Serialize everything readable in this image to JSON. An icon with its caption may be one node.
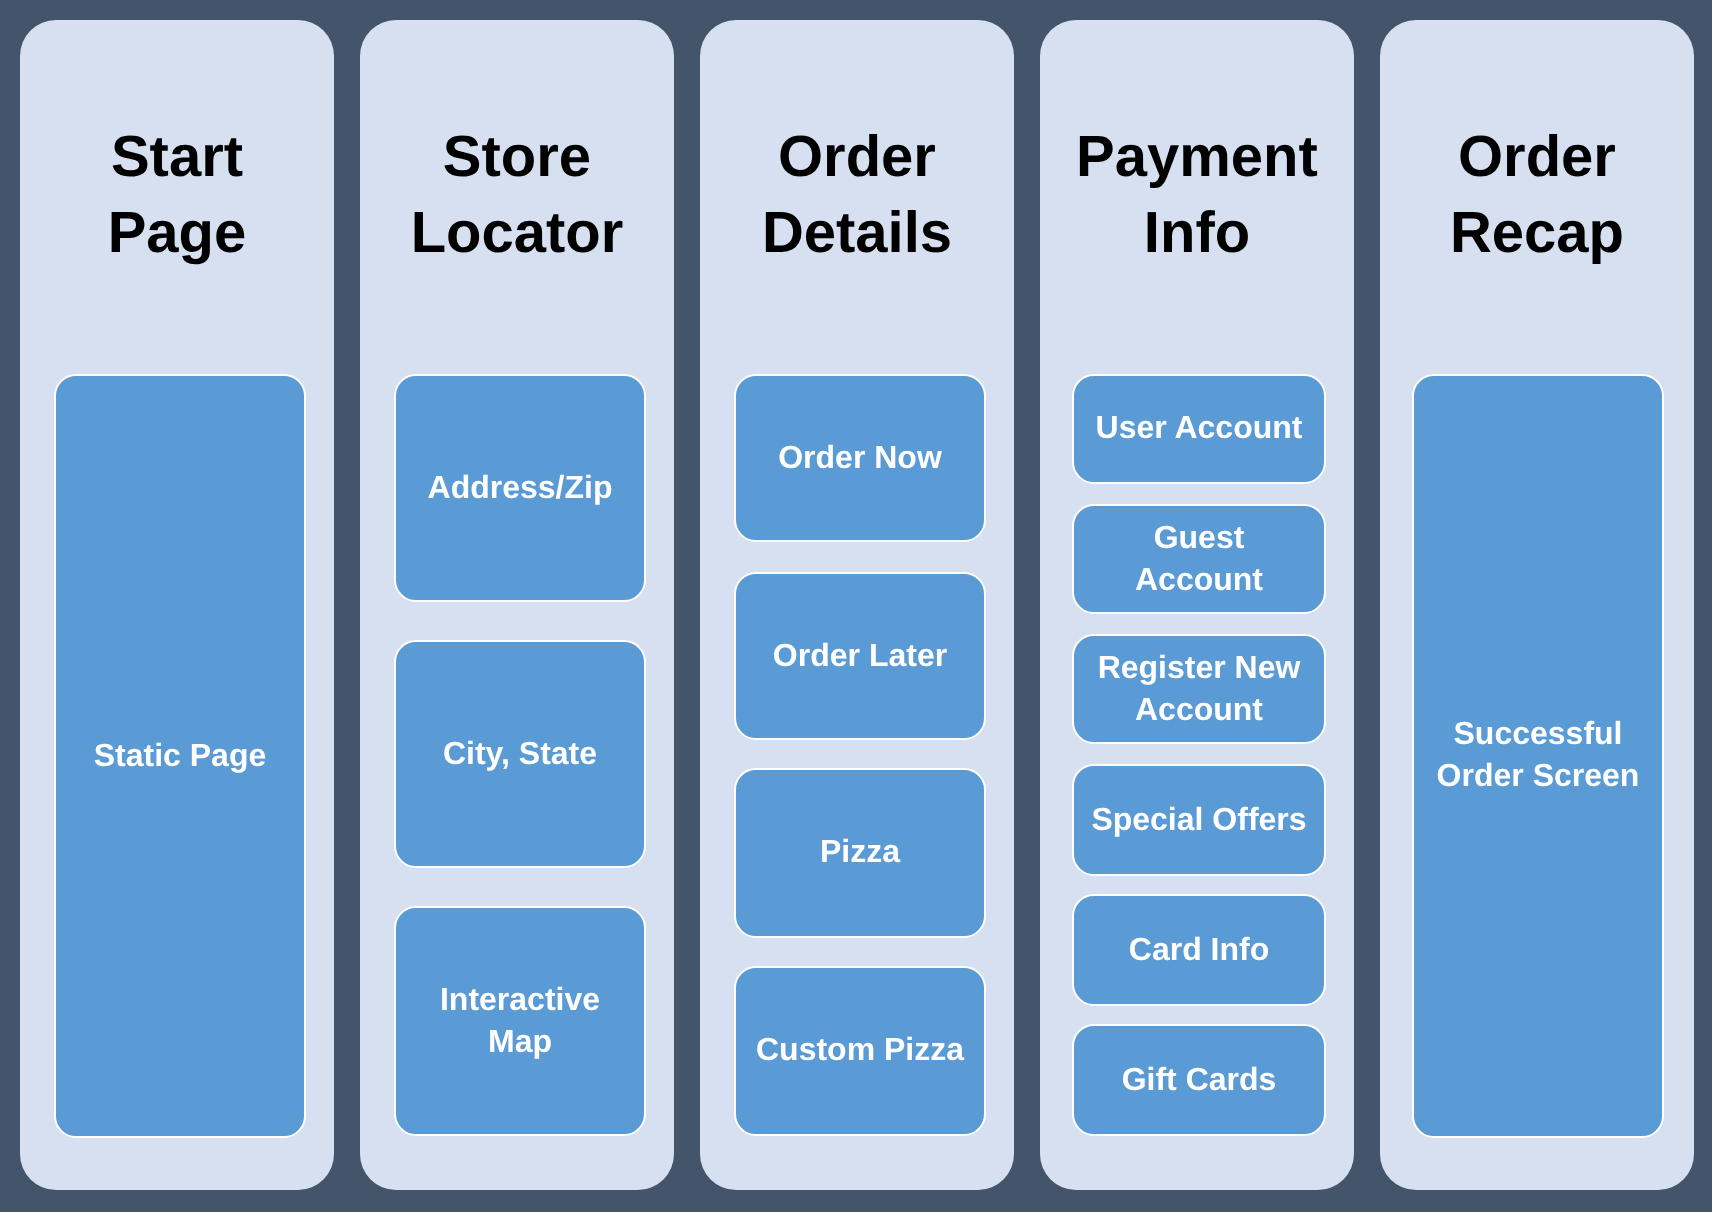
{
  "diagram": {
    "nodes": [
      {
        "text": [
          "Start Page"
        ]
      },
      {
        "text": [
          "Static Page"
        ],
        "in": 0
      },
      {
        "text": [
          "Store Locator"
        ]
      },
      {
        "text": [
          "Address/Zip"
        ],
        "in": 2
      },
      {
        "text": [
          "City, State"
        ],
        "in": 2
      },
      {
        "text": [
          "Interactive Map"
        ],
        "in": 2
      },
      {
        "text": [
          "Order Details"
        ]
      },
      {
        "text": [
          "Order Now"
        ],
        "in": 6
      },
      {
        "text": [
          "Order Later"
        ],
        "in": 6
      },
      {
        "text": [
          "Pizza"
        ],
        "in": 6
      },
      {
        "text": [
          "Custom Pizza"
        ],
        "in": 6
      },
      {
        "text": [
          "Payment Info"
        ]
      },
      {
        "text": [
          "User Account"
        ],
        "in": 11
      },
      {
        "text": [
          "Guest Account"
        ],
        "in": 11
      },
      {
        "text": [
          "Register New Account"
        ],
        "in": 11
      },
      {
        "text": [
          "Special Offers"
        ],
        "in": 11
      },
      {
        "text": [
          "Card Info"
        ],
        "in": 11
      },
      {
        "text": [
          "Gift Cards"
        ],
        "in": 11
      },
      {
        "text": [
          "Order Recap"
        ]
      },
      {
        "text": [
          "Successful Order Screen"
        ],
        "in": 18
      }
    ]
  }
}
